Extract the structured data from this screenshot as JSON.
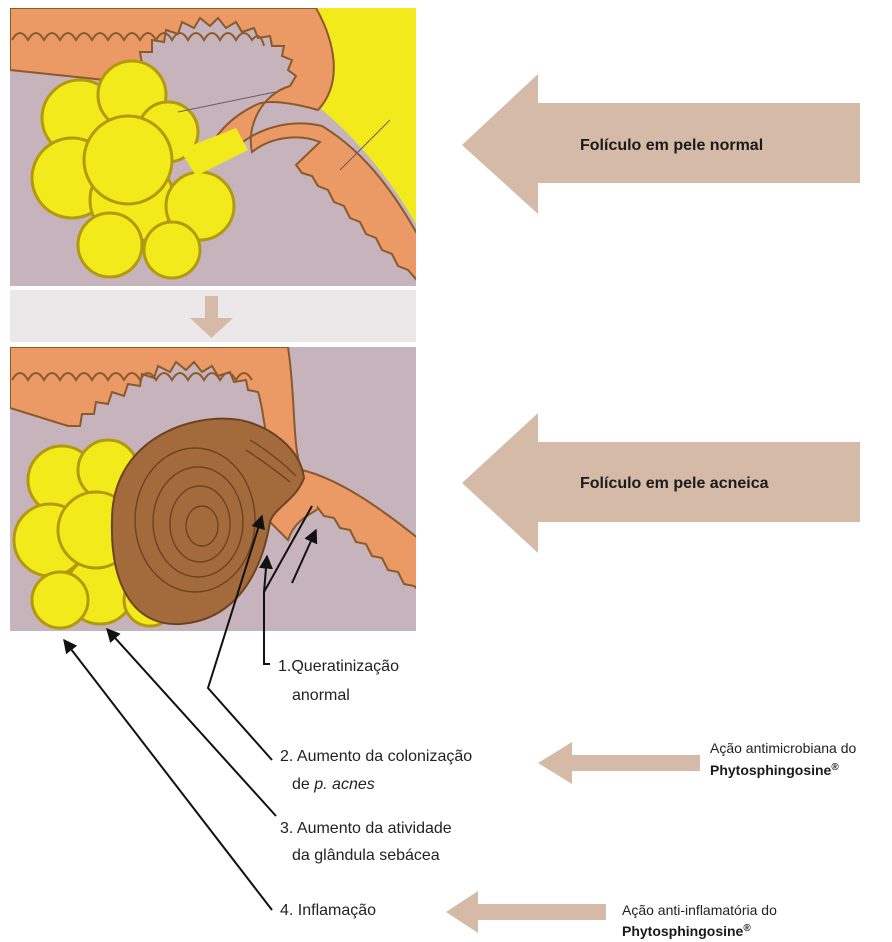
{
  "colors": {
    "tissue": "#c6b3bb",
    "band": "#ece7e9",
    "epidermis": "#eb9a66",
    "epidermis_edge": "#8a5a2c",
    "sebum": "#f2ea1a",
    "sebum_edge": "#b19a10",
    "plug": "#a36b3c",
    "plug_lines": "#6e4220",
    "block_arrow": "#d5bba7",
    "leader": "#111111"
  },
  "panels": {
    "top": {
      "label": "Folículo em pele normal"
    },
    "bottom": {
      "label": "Folículo em pele acneica"
    }
  },
  "steps": [
    {
      "number": "1.",
      "line1": "Queratinização",
      "line2": "anormal"
    },
    {
      "number": "2.",
      "line1": "Aumento da colonização",
      "line2_prefix": "de ",
      "line2_italic": "p. acnes"
    },
    {
      "number": "3.",
      "line1": "Aumento da atividade",
      "line2": "da glândula sebácea"
    },
    {
      "number": "4.",
      "line1": "Inflamação"
    }
  ],
  "actions": [
    {
      "text": "Ação antimicrobiana do",
      "product": "Phytosphingosine",
      "mark": "®"
    },
    {
      "text": "Ação anti-inflamatória do",
      "product": "Phytosphingosine",
      "mark": "®"
    }
  ]
}
